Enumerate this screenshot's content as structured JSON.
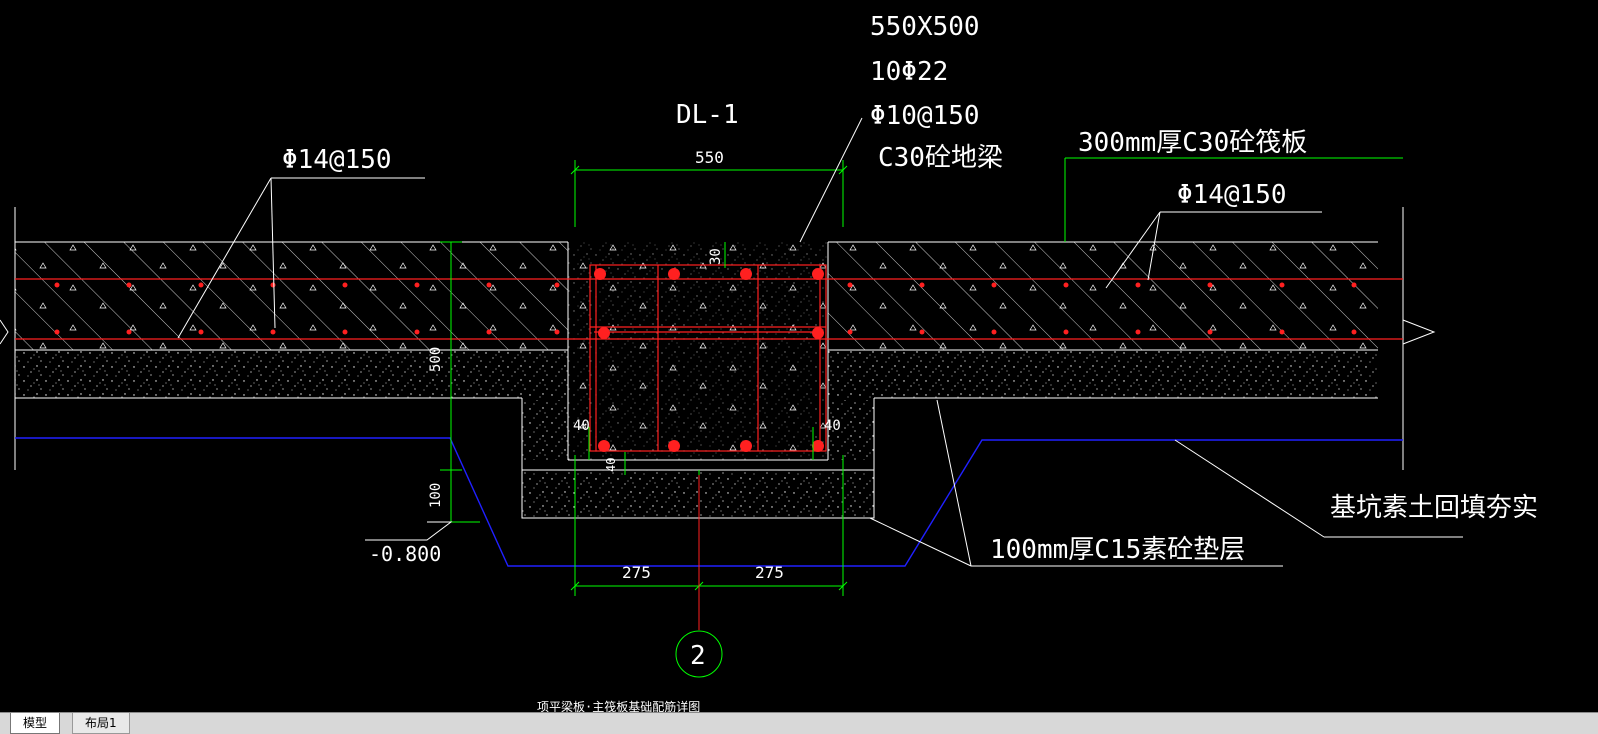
{
  "drawing": {
    "beam_size": "550X500",
    "rebar_main": "10Φ22",
    "stirrup": "Φ10@150",
    "beam_concrete": "C30砼地梁",
    "beam_id": "DL-1",
    "slab_label": "300mm厚C30砼筏板",
    "rebar_left": "Φ14@150",
    "rebar_right": "Φ14@150",
    "cushion_label": "100mm厚C15素砼垫层",
    "backfill_label": "基坑素土回填夯实",
    "elevation": "-0.800",
    "grid_axis": "2",
    "bottom_caption": "项平梁板·主筏板基础配筋详图",
    "dims": {
      "width": "550",
      "half_left": "275",
      "half_right": "275",
      "top_cover": "30",
      "side_cover_left": "40",
      "side_cover_right": "40",
      "bottom_cover": "40",
      "height": "500",
      "cushion": "100"
    }
  },
  "colors": {
    "background": "#000000",
    "line": "#ffffff",
    "rebar": "#ff2020",
    "dimension": "#00ff00",
    "excavation": "#2020ff"
  },
  "tabs": [
    {
      "label": "模型",
      "active": true
    },
    {
      "label": "布局1",
      "active": false
    }
  ]
}
